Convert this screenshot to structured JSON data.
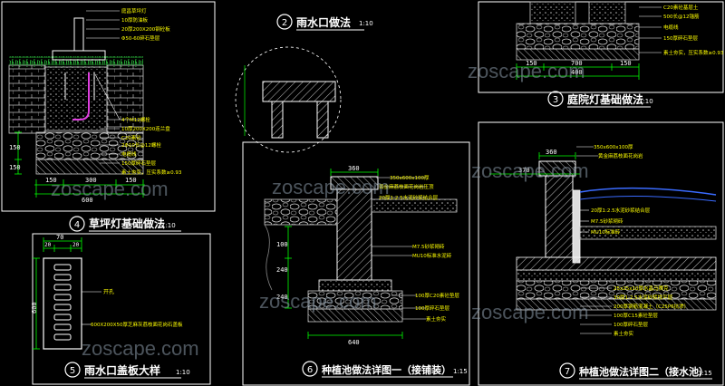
{
  "drawings": [
    {
      "num": "2",
      "title": "雨水口做法",
      "scale": "1:10"
    },
    {
      "num": "3",
      "title": "庭院灯基础做法",
      "scale": "1:10"
    },
    {
      "num": "4",
      "title": "草坪灯基础做法",
      "scale": "1:10"
    },
    {
      "num": "5",
      "title": "雨水口盖板大样",
      "scale": "1:10"
    },
    {
      "num": "6",
      "title": "种植池做法详图一（接铺装）",
      "scale": "1:15"
    },
    {
      "num": "7",
      "title": "种植池做法详图二（接水池）",
      "scale": "1:15"
    }
  ],
  "watermark": "zoscape.com",
  "notes4": [
    "庭昌草坪灯",
    "10厚防油板",
    "20厚200X200钢砼板",
    "Φ50-60碎石垫层",
    "4个M12螺栓",
    "10厚200X200连兰盘",
    "C20素砼",
    "2Φ10长@12螺栓",
    "电缆线",
    "150厚碎石垫层",
    "素土夯实，压实系数≥0.93"
  ],
  "dims4": [
    "150",
    "300",
    "150",
    "600",
    "150",
    "150"
  ],
  "notes3": [
    "C20素砼基层土",
    "500长@12锚筋",
    "电缆线",
    "150厚碎石垫层",
    "素土夯实，压实系数≥0.93"
  ],
  "dims3": [
    "150",
    "700",
    "150",
    "400"
  ],
  "notes6": [
    "350x600x100厚",
    "黄金麻荔枝面花岗岩压顶",
    "20厚1:2.5水泥砂浆结合层",
    "M7.5砂浆砌砖",
    "MU10标准水泥砖",
    "100厚C20素砼垫层",
    "100厚碎石垫层",
    "素土夯实"
  ],
  "dims6": [
    "360",
    "100",
    "240",
    "240",
    "640"
  ],
  "notes7": [
    "350x600x100厚",
    "黄金麻荔枝面花岗岩",
    "20厚1:2.5水泥砂浆结合层",
    "M7.5砂浆砌砖",
    "MU10标准砖",
    "25x25x10厚水晶马赛克",
    "30厚1:2.5水泥砂浆找平层",
    "200厚钢筋混凝土（C25P6抗渗）",
    "100厚C15素砼垫层",
    "100厚碎石垫层",
    "素土夯实"
  ],
  "dims7": [
    "360",
    "370"
  ],
  "notes5": [
    "开孔",
    "600X200X50厚芝麻灰荔枝面花岗石盖板"
  ],
  "dims5": [
    "70",
    "20",
    "20",
    "600"
  ]
}
